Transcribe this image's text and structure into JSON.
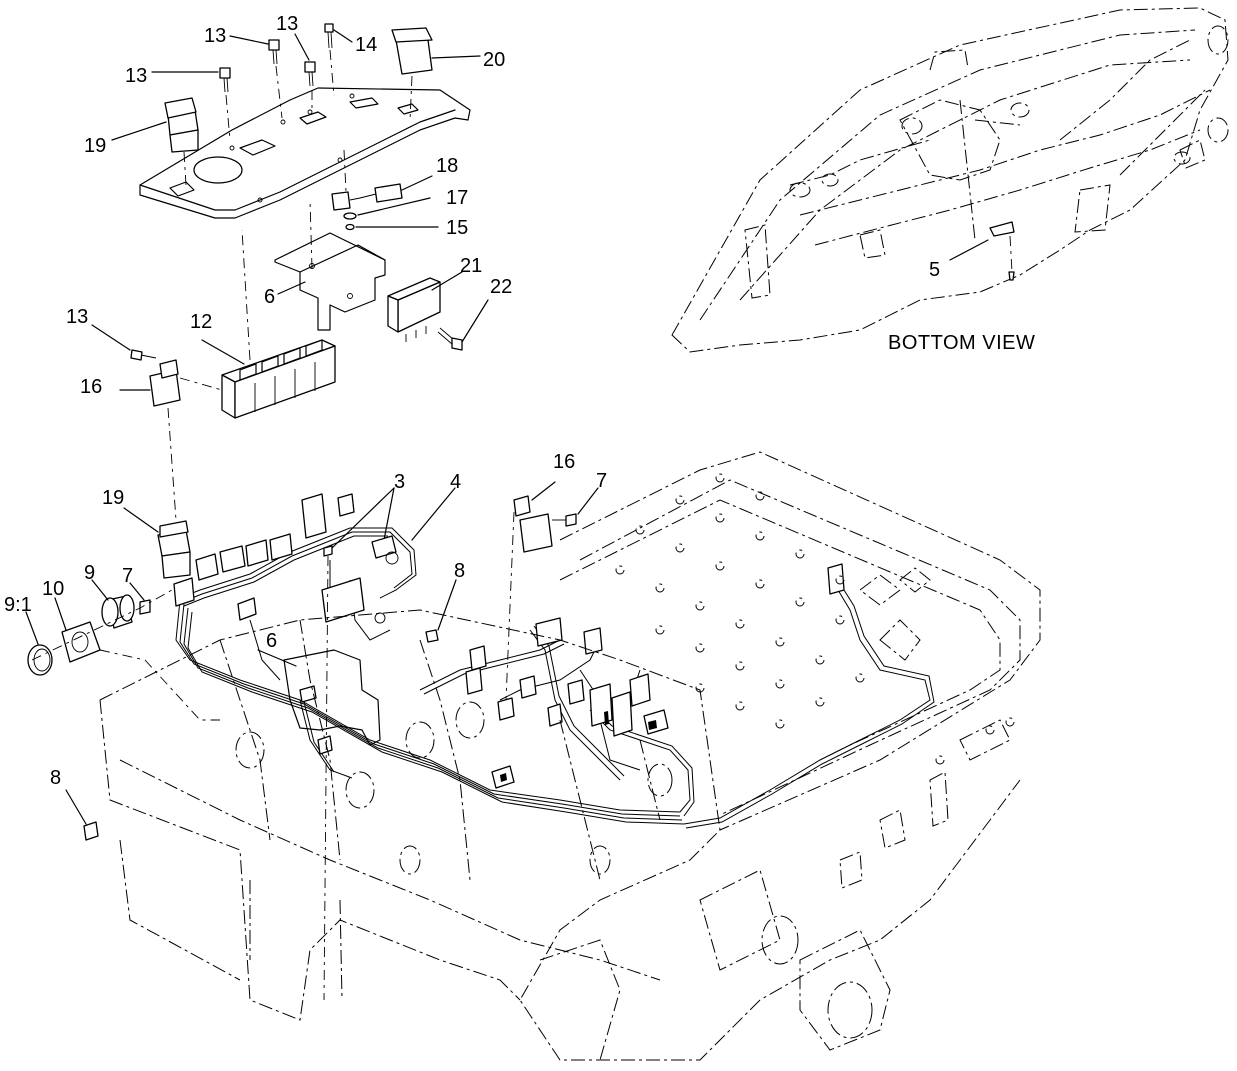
{
  "diagram": {
    "view_title": "BOTTOM VIEW",
    "callouts": {
      "c13a": "13",
      "c13b": "13",
      "c13c": "13",
      "c13d": "13",
      "c14": "14",
      "c20": "20",
      "c19a": "19",
      "c18": "18",
      "c17": "17",
      "c15": "15",
      "c21": "21",
      "c22": "22",
      "c6a": "6",
      "c12": "12",
      "c16a": "16",
      "c19b": "19",
      "c3": "3",
      "c4": "4",
      "c16b": "16",
      "c7a": "7",
      "c9_1": "9:1",
      "c10": "10",
      "c9": "9",
      "c7b": "7",
      "c8a": "8",
      "c6b": "6",
      "c8b": "8",
      "c5": "5"
    }
  }
}
